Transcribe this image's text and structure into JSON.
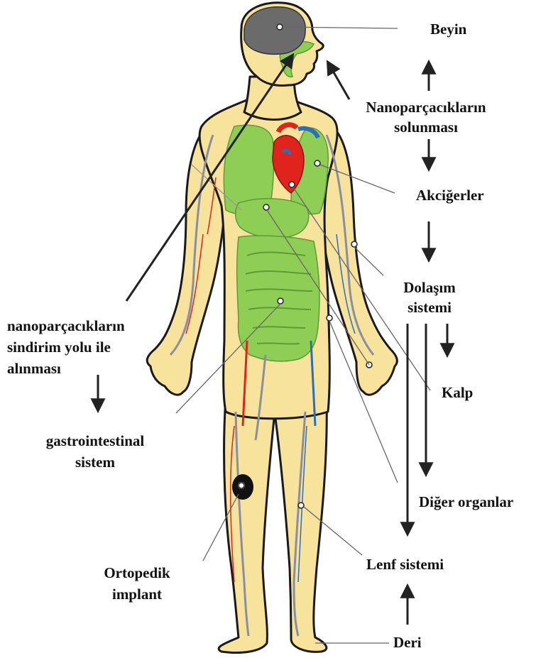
{
  "labels": {
    "beyin": "Beyin",
    "nano_line1": "Nanoparçacıkların",
    "nano_line2": "solunması",
    "akcigerler": "Akciğerler",
    "dolasim_line1": "Dolaşım",
    "dolasim_line2": "sistemi",
    "kalp": "Kalp",
    "diger_organlar": "Diğer organlar",
    "lenf_sistemi": "Lenf sistemi",
    "deri": "Deri",
    "sindirim_line1": "nanoparçacıkların",
    "sindirim_line2": "sindirim yolu ile",
    "sindirim_line3": "alınması",
    "gastro_line1": "gastrointestinal",
    "gastro_line2": "sistem",
    "ortopedik_line1": "Ortopedik",
    "ortopedik_line2": "implant"
  },
  "colors": {
    "skin": "#f7e39c",
    "outline": "#1a1a1a",
    "organ_green": "#8fce55",
    "brain_gray": "#6b6b6b",
    "artery_red": "#e0231d",
    "vein_blue": "#2a6fb8",
    "vessel_gray": "#8a8fa0"
  }
}
